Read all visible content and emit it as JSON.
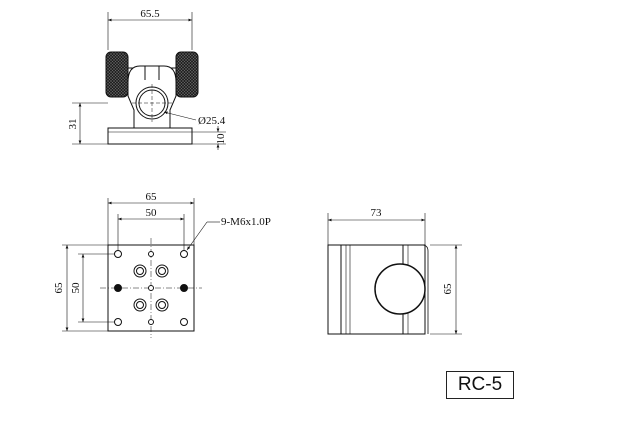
{
  "model": "RC-5",
  "front_view": {
    "width_dim": "65.5",
    "height_dim": "31",
    "base_thickness_dim": "10",
    "bore_dim": "Ø25.4"
  },
  "top_view": {
    "width_outer_dim": "65",
    "width_inner_dim": "50",
    "height_outer_dim": "65",
    "height_inner_dim": "50",
    "hole_callout": "9-M6x1.0P"
  },
  "side_view": {
    "width_dim": "73",
    "height_dim": "65"
  }
}
